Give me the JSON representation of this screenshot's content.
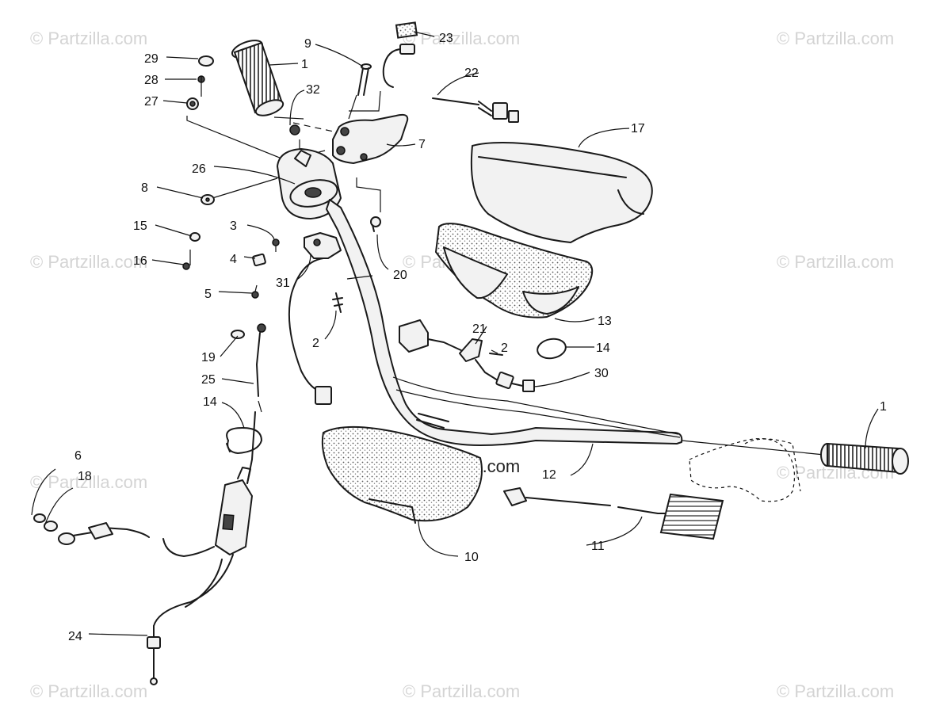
{
  "watermarks": {
    "text": "© Partzilla.com",
    "center_text": "© Partzilla.com"
  },
  "labels": {
    "l1a": "1",
    "l1b": "1",
    "l2a": "2",
    "l2b": "2",
    "l3": "3",
    "l4": "4",
    "l5": "5",
    "l6": "6",
    "l7": "7",
    "l8": "8",
    "l9": "9",
    "l10": "10",
    "l11": "11",
    "l12": "12",
    "l13": "13",
    "l14a": "14",
    "l14b": "14",
    "l15": "15",
    "l16": "16",
    "l17": "17",
    "l18": "18",
    "l19": "19",
    "l20": "20",
    "l21": "21",
    "l22": "22",
    "l23": "23",
    "l24": "24",
    "l25": "25",
    "l26": "26",
    "l27": "27",
    "l28": "28",
    "l29": "29",
    "l30": "30",
    "l31": "31",
    "l32": "32"
  },
  "colors": {
    "watermark": "#d4d4d4",
    "line": "#1a1a1a"
  }
}
